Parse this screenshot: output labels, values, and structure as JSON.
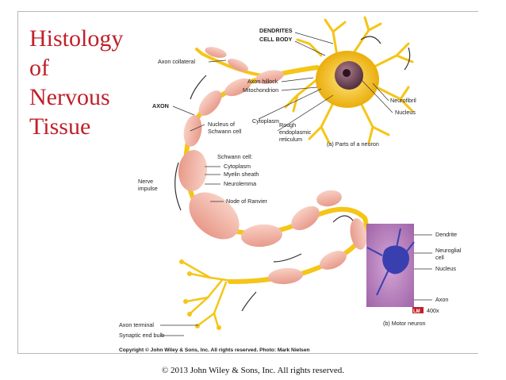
{
  "slide": {
    "title_lines": [
      "Histology",
      "of",
      "Nervous",
      "Tissue"
    ],
    "footer": "© 2013 John Wiley & Sons, Inc. All rights reserved."
  },
  "figure": {
    "labels": {
      "dendrites": "DENDRITES",
      "cell_body": "CELL BODY",
      "axon_collateral": "Axon collateral",
      "axon_hillock": "Axon hillock",
      "mitochondrion": "Mitochondrion",
      "neurofibril": "Neurofibril",
      "nucleus": "Nucleus",
      "axon": "AXON",
      "nucleus_schwann_1": "Nucleus of",
      "nucleus_schwann_2": "Schwann cell",
      "cytoplasm": "Cytoplasm",
      "rough_er_1": "Rough",
      "rough_er_2": "endoplasmic",
      "rough_er_3": "reticulum",
      "parts_caption": "(a) Parts of a neuron",
      "schwann_cell": "Schwann cell:",
      "schwann_cytoplasm": "Cytoplasm",
      "myelin_sheath": "Myelin sheath",
      "neurolemma": "Neurolemma",
      "nerve_impulse_1": "Nerve",
      "nerve_impulse_2": "impulse",
      "node_of_ranvier": "Node of Ranvier",
      "axon_terminal": "Axon terminal",
      "synaptic_end_bulb": "Synaptic end bulb",
      "micro_dendrite": "Dendrite",
      "micro_neuroglial_1": "Neuroglial",
      "micro_neuroglial_2": "cell",
      "micro_nucleus": "Nucleus",
      "micro_axon": "Axon",
      "lm_badge": "LM",
      "magnification": "400x",
      "motor_caption": "(b) Motor neuron",
      "copyright": "Copyright © John Wiley & Sons, Inc. All rights reserved. Photo: Mark Nielsen"
    },
    "colors": {
      "title": "#c0202a",
      "axon_yellow": "#f5c518",
      "myelin_pink": "#f2b6a8",
      "stain_purple": "#b97fc0",
      "neuron_blue": "#3a3fb0"
    }
  }
}
